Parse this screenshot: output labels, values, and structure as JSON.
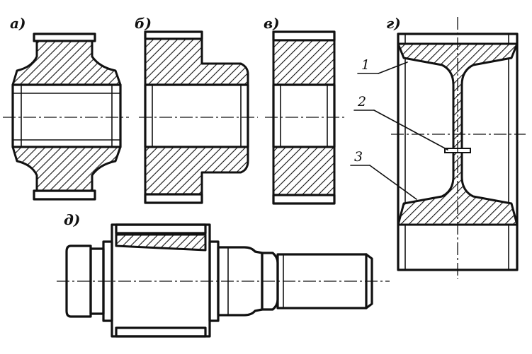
{
  "figure": {
    "labels": {
      "a": "а)",
      "b": "б)",
      "v": "в)",
      "g": "г)",
      "d": "д)"
    },
    "callouts": [
      "1",
      "2",
      "3"
    ]
  }
}
